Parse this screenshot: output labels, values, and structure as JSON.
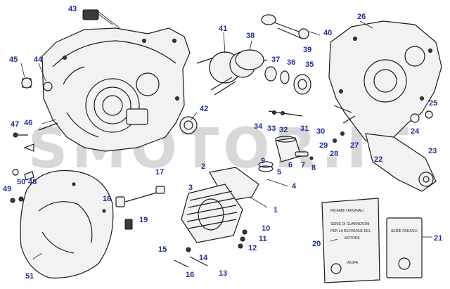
{
  "diagram": {
    "watermark": "SMOTOR.IT",
    "colors": {
      "label": "#1f2e9a",
      "line": "#1a1a1a",
      "watermark": "#d8d8d8"
    },
    "labels": [
      "1",
      "2",
      "3",
      "4",
      "5",
      "6",
      "7",
      "8",
      "9",
      "10",
      "11",
      "12",
      "13",
      "14",
      "15",
      "16",
      "17",
      "18",
      "19",
      "20",
      "21",
      "22",
      "23",
      "24",
      "25",
      "26",
      "27",
      "28",
      "29",
      "30",
      "31",
      "32",
      "33",
      "34",
      "35",
      "36",
      "37",
      "38",
      "39",
      "40",
      "41",
      "42",
      "43",
      "44",
      "45",
      "46",
      "47",
      "48",
      "49",
      "50",
      "51"
    ],
    "gasket_kit": {
      "header": "RICAMBI ORIGINALI",
      "lines": [
        "SERIE DI GUARNIZIONI",
        "PER LA REVISIONE DEL",
        "MOTORE",
        "VESPA"
      ]
    },
    "washer_kit": {
      "label": "SERIE PARAOLI"
    }
  }
}
